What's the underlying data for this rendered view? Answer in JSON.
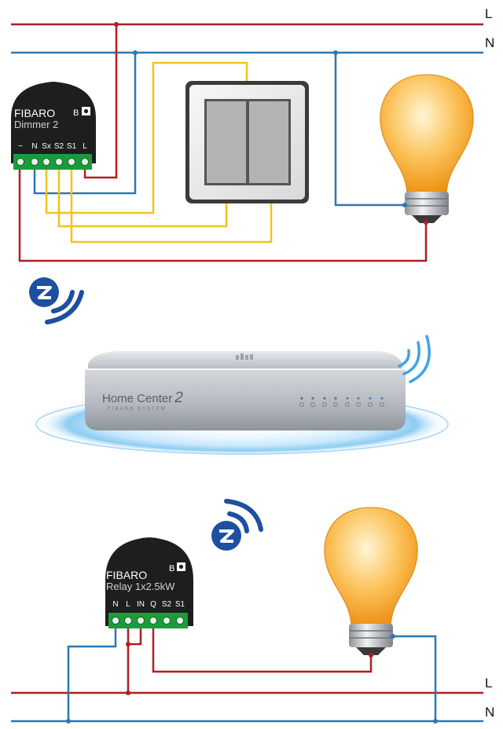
{
  "lines": {
    "top_live": "L",
    "top_neutral": "N",
    "bottom_live": "L",
    "bottom_neutral": "N"
  },
  "dimmer": {
    "brand": "FIBARO",
    "model": "Dimmer 2",
    "button_label": "B",
    "terminals": [
      "~",
      "N",
      "Sx",
      "S2",
      "S1",
      "L"
    ]
  },
  "relay": {
    "brand": "FIBARO",
    "model": "Relay 1x2.5kW",
    "button_label": "B",
    "terminals": [
      "N",
      "L",
      "IN",
      "Q",
      "S2",
      "S1"
    ]
  },
  "controller": {
    "name": "Home Center",
    "version": "2",
    "subtitle": "FIBARO SYSTEM"
  },
  "colors": {
    "live": "#b01e23",
    "neutral": "#2a78b0",
    "switch_wire": "#f2c318",
    "terminal": "#1c9a3c",
    "zwave": "#1e4fa0",
    "bulb": "#f5a623",
    "module": "#1e1e1e"
  },
  "icons": {
    "zwave_top": "zwave-icon",
    "zwave_bottom": "zwave-icon",
    "bulb_top": "light-bulb-icon",
    "bulb_bottom": "light-bulb-icon",
    "switch": "wall-switch-icon"
  }
}
